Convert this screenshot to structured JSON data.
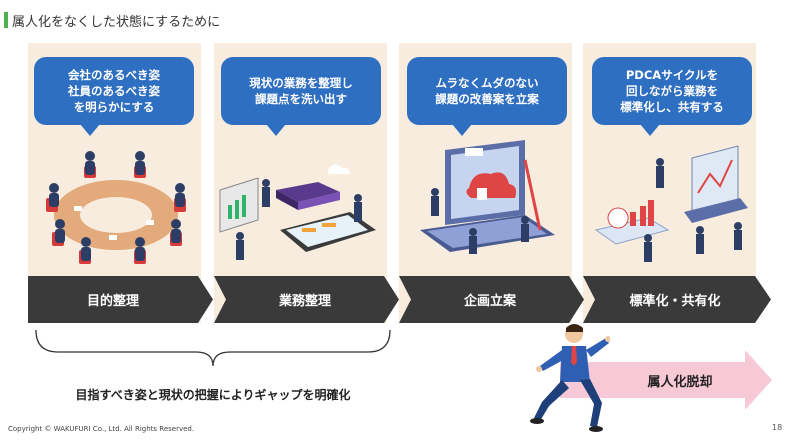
{
  "page": {
    "title": "属人化をなくした状態にするために",
    "copyright": "Copyright © WAKUFURI Co., Ltd. All Rights Reserved.",
    "page_number": "18"
  },
  "steps": [
    {
      "bubble": "会社のあるべき姿\n社員のあるべき姿\nを明らかにする",
      "label": "目的整理",
      "illustration": "meeting-table-illustration"
    },
    {
      "bubble": "現状の業務を整理し\n課題点を洗い出す",
      "label": "業務整理",
      "illustration": "tablet-analysis-illustration"
    },
    {
      "bubble": "ムラなくムダのない\n課題の改善案を立案",
      "label": "企画立案",
      "illustration": "laptop-cloud-illustration"
    },
    {
      "bubble": "PDCAサイクルを\n回しながら業務を\n標準化し、共有する",
      "label": "標準化・共有化",
      "illustration": "laptop-charts-illustration"
    }
  ],
  "summary": "目指すべき姿と現状の把握によりギャップを明確化",
  "goal": {
    "label": "属人化脱却",
    "icon": "running-businessman-icon"
  },
  "colors": {
    "bubble": "#2f6fc1",
    "step_arrow": "#3a3a3a",
    "column_bg": "#f8ecdf",
    "goal_arrow": "#f7c9d6",
    "accent": "#4caf50"
  }
}
